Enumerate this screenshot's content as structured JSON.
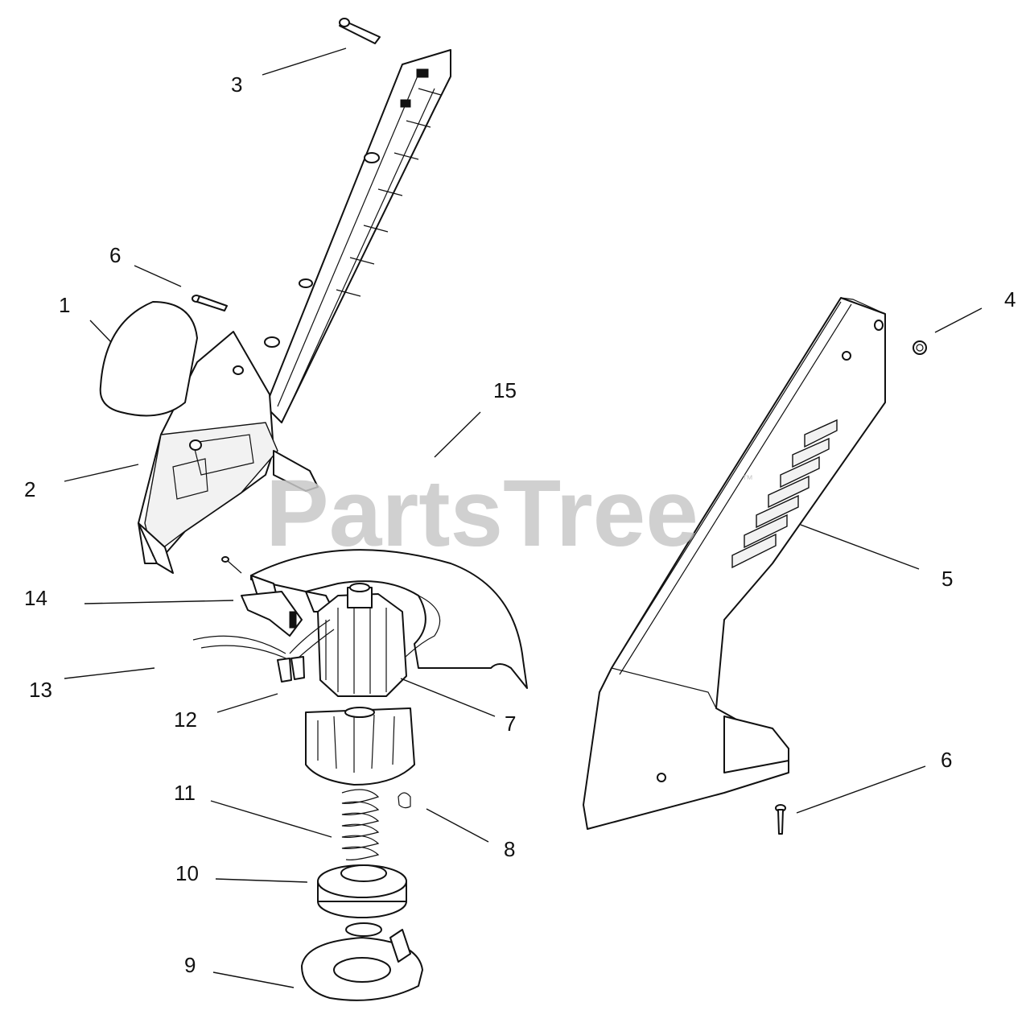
{
  "watermark": {
    "text": "PartsTree",
    "trademark": "™"
  },
  "callouts": [
    {
      "id": "1",
      "label": "1"
    },
    {
      "id": "2",
      "label": "2"
    },
    {
      "id": "3",
      "label": "3"
    },
    {
      "id": "4",
      "label": "4"
    },
    {
      "id": "5",
      "label": "5"
    },
    {
      "id": "6a",
      "label": "6"
    },
    {
      "id": "6b",
      "label": "6"
    },
    {
      "id": "7",
      "label": "7"
    },
    {
      "id": "8",
      "label": "8"
    },
    {
      "id": "9",
      "label": "9"
    },
    {
      "id": "10",
      "label": "10"
    },
    {
      "id": "11",
      "label": "11"
    },
    {
      "id": "12",
      "label": "12"
    },
    {
      "id": "13",
      "label": "13"
    },
    {
      "id": "14",
      "label": "14"
    },
    {
      "id": "15",
      "label": "15"
    }
  ]
}
